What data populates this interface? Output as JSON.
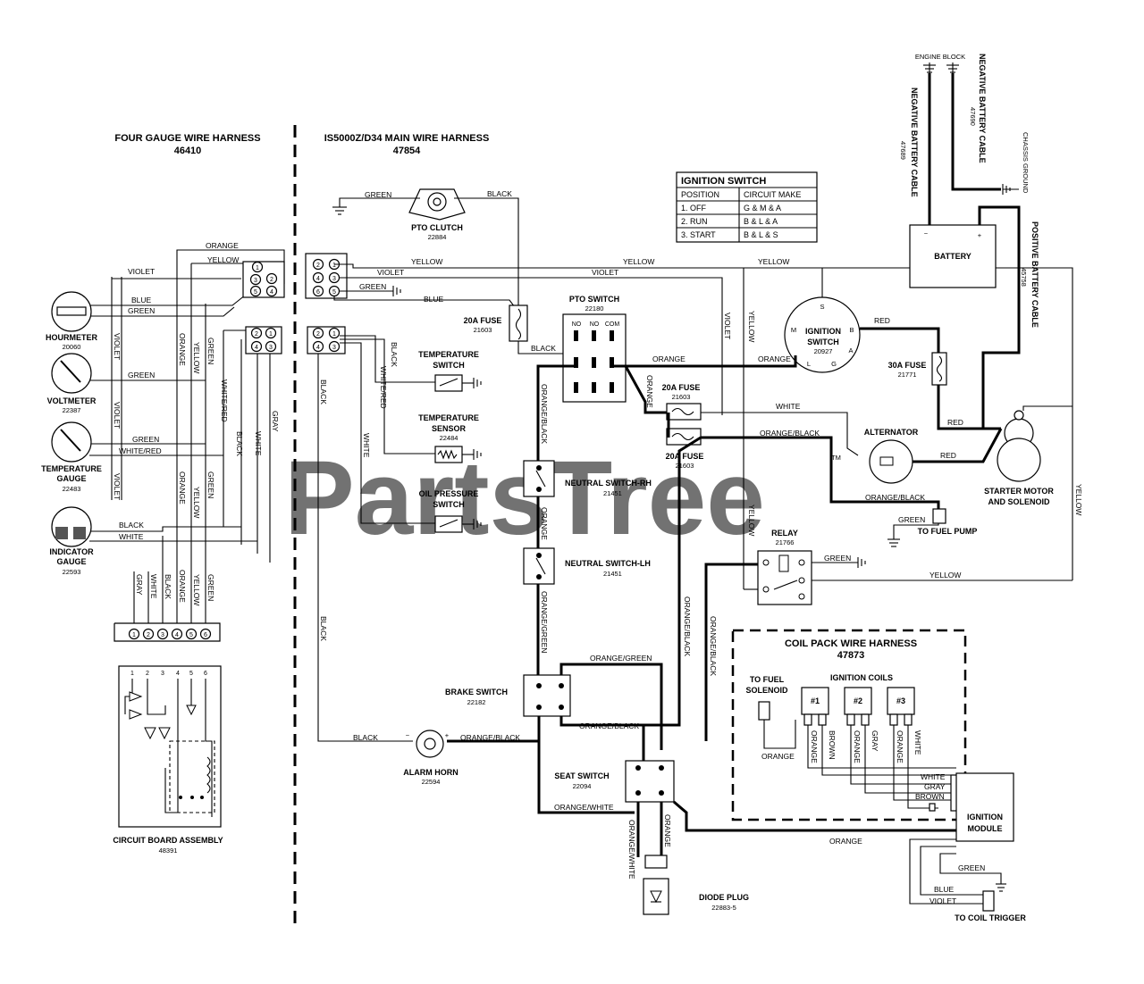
{
  "headers": {
    "four_gauge": "FOUR GAUGE WIRE HARNESS",
    "four_gauge_pn": "46410",
    "main": "IS5000Z/D34 MAIN WIRE HARNESS",
    "main_pn": "47854",
    "coil_pack": "COIL PACK WIRE HARNESS",
    "coil_pack_pn": "47873"
  },
  "watermark": "PartsTree",
  "trademark": "TM",
  "ignition_table": {
    "title": "IGNITION SWITCH",
    "col1": "POSITION",
    "col2": "CIRCUIT MAKE",
    "rows": [
      {
        "pos": "1. OFF",
        "circuit": "G & M & A"
      },
      {
        "pos": "2. RUN",
        "circuit": "B & L & A"
      },
      {
        "pos": "3. START",
        "circuit": "B & L & S"
      }
    ]
  },
  "components": {
    "hourmeter": "HOURMETER",
    "hourmeter_pn": "20060",
    "voltmeter": "VOLTMETER",
    "voltmeter_pn": "22387",
    "temp_gauge_1": "TEMPERATURE",
    "temp_gauge_2": "GAUGE",
    "temp_gauge_pn": "22483",
    "indicator_1": "INDICATOR",
    "indicator_2": "GAUGE",
    "indicator_pn": "22593",
    "circuit_board": "CIRCUIT BOARD ASSEMBLY",
    "circuit_board_pn": "48391",
    "pto_clutch": "PTO CLUTCH",
    "pto_clutch_pn": "22884",
    "fuse_20a_left": "20A FUSE",
    "fuse_20a_left_pn": "21603",
    "temp_switch_1": "TEMPERATURE",
    "temp_switch_2": "SWITCH",
    "temp_sensor_1": "TEMPERATURE",
    "temp_sensor_2": "SENSOR",
    "temp_sensor_pn": "22484",
    "oil_1": "OIL PRESSURE",
    "oil_2": "SWITCH",
    "pto_switch": "PTO SWITCH",
    "pto_switch_pn": "22180",
    "pto_no1": "NO",
    "pto_no2": "NO",
    "pto_com": "COM",
    "ignition_switch_1": "IGNITION",
    "ignition_switch_2": "SWITCH",
    "ignition_switch_pn": "20927",
    "fuse_20a_mid": "20A FUSE",
    "fuse_20a_mid_pn": "21603",
    "fuse_20a_low": "20A FUSE",
    "fuse_20a_low_pn": "21603",
    "fuse_30a": "30A FUSE",
    "fuse_30a_pn": "21771",
    "neutral_rh": "NEUTRAL SWITCH-RH",
    "neutral_rh_pn": "21451",
    "neutral_lh": "NEUTRAL SWITCH-LH",
    "neutral_lh_pn": "21451",
    "brake": "BRAKE SWITCH",
    "brake_pn": "22182",
    "seat": "SEAT SWITCH",
    "seat_pn": "22094",
    "alarm": "ALARM HORN",
    "alarm_pn": "22594",
    "diode": "DIODE PLUG",
    "diode_pn": "22883-5",
    "battery": "BATTERY",
    "alternator": "ALTERNATOR",
    "starter_1": "STARTER MOTOR",
    "starter_2": "AND SOLENOID",
    "relay": "RELAY",
    "relay_pn": "21766",
    "to_fuel_pump": "TO FUEL PUMP",
    "to_fuel_sol_1": "TO FUEL",
    "to_fuel_sol_2": "SOLENOID",
    "ign_coils": "IGNITION COILS",
    "coil1": "#1",
    "coil2": "#2",
    "coil3": "#3",
    "ign_mod_1": "IGNITION",
    "ign_mod_2": "MODULE",
    "to_coil": "TO COIL TRIGGER",
    "engine_block": "ENGINE BLOCK",
    "neg_cable_a": "NEGATIVE BATTERY CABLE",
    "neg_cable_a_pn": "47690",
    "neg_cable_b": "NEGATIVE BATTERY CABLE",
    "neg_cable_b_pn": "47689",
    "chassis": "CHASSIS GROUND",
    "pos_cable": "POSITIVE BATTERY CABLE",
    "pos_cable_pn": "45758"
  },
  "terminals": {
    "ign_s": "S",
    "ign_b": "B",
    "ign_m": "M",
    "ign_a": "A",
    "ign_g": "G",
    "ign_l": "L",
    "minus": "−",
    "plus": "+",
    "pins": [
      "1",
      "2",
      "3",
      "4",
      "5",
      "6"
    ]
  },
  "wires": {
    "orange": "ORANGE",
    "yellow": "YELLOW",
    "violet": "VIOLET",
    "blue": "BLUE",
    "green": "GREEN",
    "white": "WHITE",
    "white_red": "WHITE/RED",
    "black": "BLACK",
    "gray": "GRAY",
    "red": "RED",
    "brown": "BROWN",
    "orange_black": "ORANGE/BLACK",
    "orange_green": "ORANGE/GREEN",
    "orange_white": "ORANGE/WHITE"
  }
}
